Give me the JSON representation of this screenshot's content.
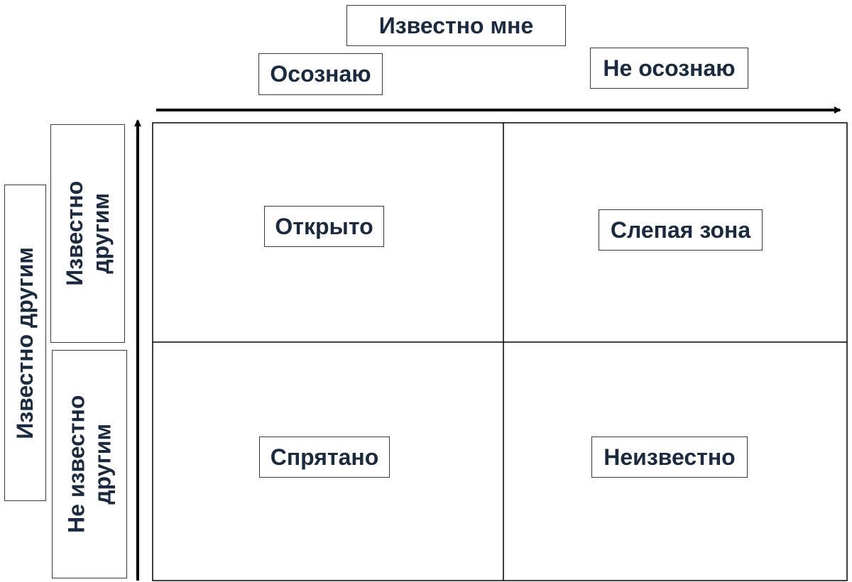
{
  "header": {
    "known_to_me": "Известно мне",
    "aware": "Осознаю",
    "not_aware": "Не осознаю"
  },
  "side": {
    "known_to_others_outer": "Известно другим",
    "known_to_others_line1": "Известно",
    "known_to_others_line2": "другим",
    "not_known_to_others_line1": "Не известно",
    "not_known_to_others_line2": "другим"
  },
  "quadrants": {
    "open": "Открыто",
    "blind": "Слепая зона",
    "hidden": "Спрятано",
    "unknown": "Неизвестно"
  }
}
